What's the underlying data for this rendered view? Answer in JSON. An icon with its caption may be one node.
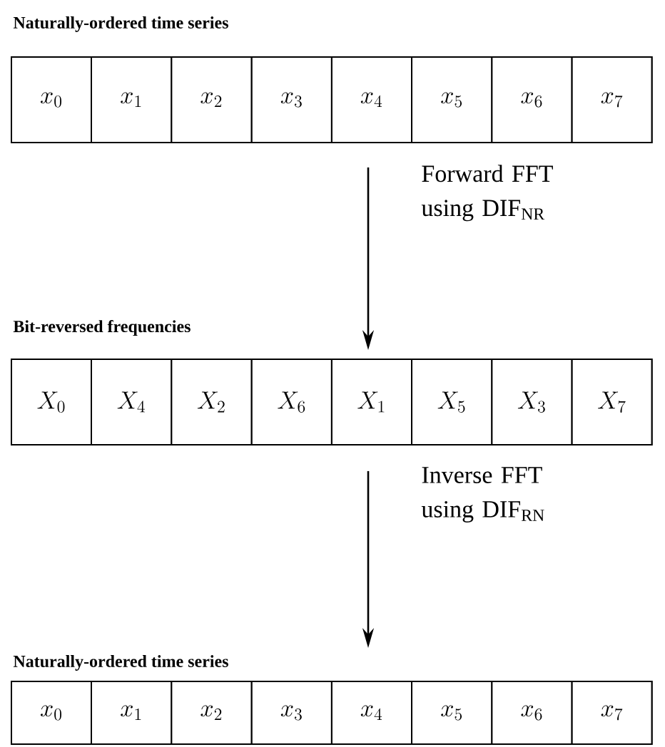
{
  "diagram": {
    "nodes": [
      {
        "text": [
          "Naturally-ordered time series"
        ]
      },
      {
        "text": [
          "x_0"
        ],
        "in": 0
      },
      {
        "text": [
          "x_1"
        ],
        "in": 0
      },
      {
        "text": [
          "x_2"
        ],
        "in": 0
      },
      {
        "text": [
          "x_3"
        ],
        "in": 0
      },
      {
        "text": [
          "x_4"
        ],
        "in": 0
      },
      {
        "text": [
          "x_5"
        ],
        "in": 0
      },
      {
        "text": [
          "x_6"
        ],
        "in": 0
      },
      {
        "text": [
          "x_7"
        ],
        "in": 0
      },
      {
        "text": [
          "Bit-reversed frequencies"
        ]
      },
      {
        "text": [
          "X_0"
        ],
        "in": 9
      },
      {
        "text": [
          "X_4"
        ],
        "in": 9
      },
      {
        "text": [
          "X_2"
        ],
        "in": 9
      },
      {
        "text": [
          "X_6"
        ],
        "in": 9
      },
      {
        "text": [
          "X_1"
        ],
        "in": 9
      },
      {
        "text": [
          "X_5"
        ],
        "in": 9
      },
      {
        "text": [
          "X_3"
        ],
        "in": 9
      },
      {
        "text": [
          "X_7"
        ],
        "in": 9
      },
      {
        "text": [
          "Naturally-ordered time series"
        ]
      },
      {
        "text": [
          "x_0"
        ],
        "in": 18
      },
      {
        "text": [
          "x_1"
        ],
        "in": 18
      },
      {
        "text": [
          "x_2"
        ],
        "in": 18
      },
      {
        "text": [
          "x_3"
        ],
        "in": 18
      },
      {
        "text": [
          "x_4"
        ],
        "in": 18
      },
      {
        "text": [
          "x_5"
        ],
        "in": 18
      },
      {
        "text": [
          "x_6"
        ],
        "in": 18
      },
      {
        "text": [
          "x_7"
        ],
        "in": 18
      }
    ],
    "edges": [
      {
        "from": 0,
        "to": 9,
        "arrow": "to",
        "label": "Forward FFT using DIF$_{NR}$"
      },
      {
        "from": 9,
        "to": 18,
        "arrow": "to",
        "label": "Inverse FFT using DIF$_{RN}$"
      }
    ]
  }
}
